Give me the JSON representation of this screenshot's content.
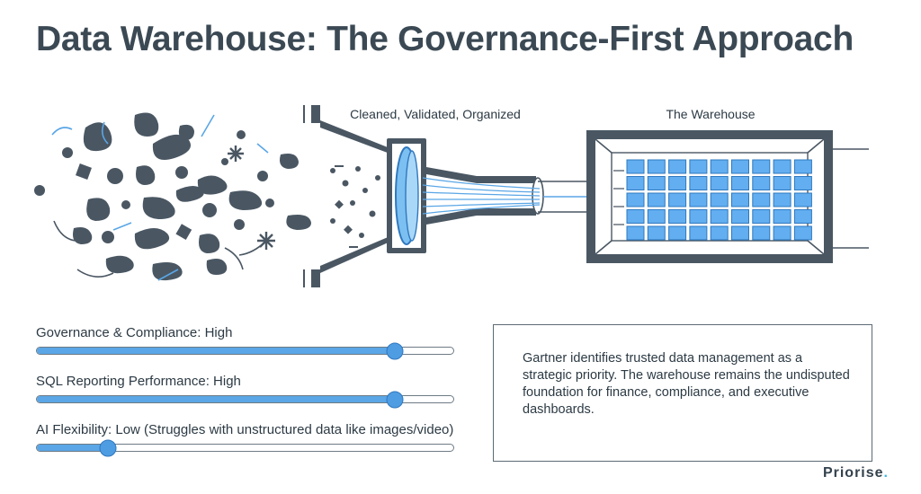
{
  "page": {
    "title": "Data Warehouse: The Governance-First Approach"
  },
  "diagram": {
    "funnel_label": "Cleaned, Validated, Organized",
    "warehouse_label": "The Warehouse"
  },
  "sliders": [
    {
      "label": "Governance & Compliance: High",
      "level": 0.86
    },
    {
      "label": "SQL Reporting Performance: High",
      "level": 0.86
    },
    {
      "label": "AI Flexibility: Low (Struggles with unstructured data like images/video)",
      "level": 0.17
    }
  ],
  "info": {
    "text": "Gartner identifies trusted data management as a strategic priority. The warehouse remains the undisputed foundation for finance, compliance, and executive dashboards."
  },
  "brand": {
    "name": "Priorise",
    "dot": "."
  },
  "colors": {
    "accent": "#4e9ce2",
    "dark": "#3b4954",
    "cell": "#62aef0"
  }
}
